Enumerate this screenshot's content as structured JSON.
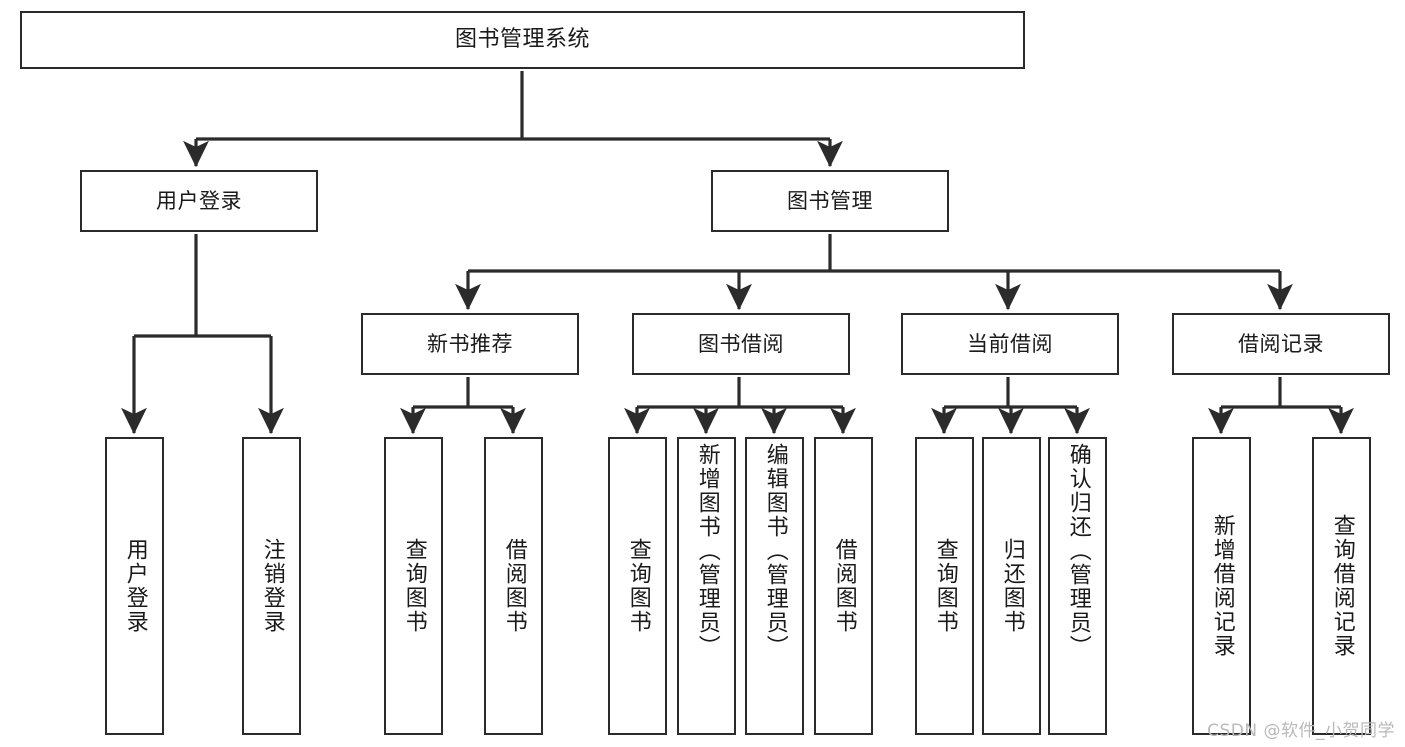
{
  "diagram": {
    "type": "tree-hierarchy-diagram",
    "title": "图书管理系统",
    "stroke_color": "#2b2b2b",
    "fill_color": "#ffffff",
    "text_color": "#1a1a1a",
    "levels": [
      {
        "level": 0,
        "nodes": [
          {
            "id": "root",
            "label": "图书管理系统",
            "orientation": "horizontal"
          }
        ]
      },
      {
        "level": 1,
        "nodes": [
          {
            "id": "login",
            "label": "用户登录",
            "orientation": "horizontal"
          },
          {
            "id": "bookmgmt",
            "label": "图书管理",
            "orientation": "horizontal"
          }
        ]
      },
      {
        "level": 2,
        "nodes": [
          {
            "id": "newbook",
            "label": "新书推荐",
            "orientation": "horizontal"
          },
          {
            "id": "borrow",
            "label": "图书借阅",
            "orientation": "horizontal"
          },
          {
            "id": "current",
            "label": "当前借阅",
            "orientation": "horizontal"
          },
          {
            "id": "record",
            "label": "借阅记录",
            "orientation": "horizontal"
          }
        ]
      },
      {
        "level": 3,
        "nodes": [
          {
            "id": "leaf-1",
            "label": "用户登录",
            "orientation": "vertical",
            "parent": "login"
          },
          {
            "id": "leaf-2",
            "label": "注销登录",
            "orientation": "vertical",
            "parent": "login"
          },
          {
            "id": "leaf-3",
            "label": "查询图书",
            "orientation": "vertical",
            "parent": "newbook"
          },
          {
            "id": "leaf-4",
            "label": "借阅图书",
            "orientation": "vertical",
            "parent": "newbook"
          },
          {
            "id": "leaf-5",
            "label": "查询图书",
            "orientation": "vertical",
            "parent": "borrow"
          },
          {
            "id": "leaf-6",
            "label": "新增图书（管理员）",
            "orientation": "vertical",
            "parent": "borrow"
          },
          {
            "id": "leaf-7",
            "label": "编辑图书（管理员）",
            "orientation": "vertical",
            "parent": "borrow"
          },
          {
            "id": "leaf-8",
            "label": "借阅图书",
            "orientation": "vertical",
            "parent": "borrow"
          },
          {
            "id": "leaf-9",
            "label": "查询图书",
            "orientation": "vertical",
            "parent": "current"
          },
          {
            "id": "leaf-10",
            "label": "归还图书",
            "orientation": "vertical",
            "parent": "current"
          },
          {
            "id": "leaf-11",
            "label": "确认归还（管理员）",
            "orientation": "vertical",
            "parent": "current"
          },
          {
            "id": "leaf-12",
            "label": "新增借阅记录",
            "orientation": "vertical",
            "parent": "record"
          },
          {
            "id": "leaf-13",
            "label": "查询借阅记录",
            "orientation": "vertical",
            "parent": "record"
          }
        ]
      }
    ]
  },
  "watermark": {
    "text": "CSDN @软件_小贺同学"
  }
}
